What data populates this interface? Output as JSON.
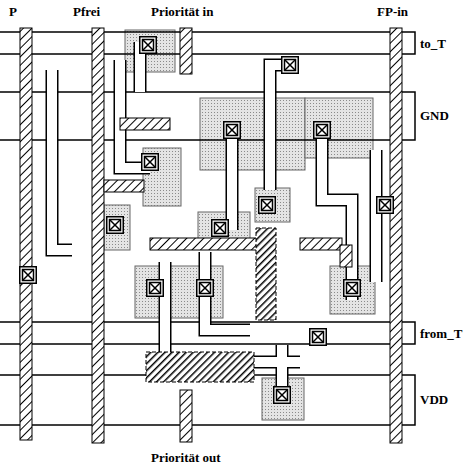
{
  "diagram": {
    "labels": [
      "P",
      "Pfrei",
      "Priorität in",
      "FP-in",
      "to_T",
      "GND",
      "from_T",
      "VDD",
      "Priorität out"
    ]
  }
}
